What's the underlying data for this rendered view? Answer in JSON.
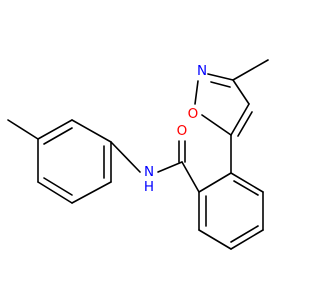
{
  "structure": {
    "atoms": [
      {
        "id": "O_carbonyl",
        "label": "O",
        "color": "#ff0000"
      },
      {
        "id": "N_ring",
        "label": "N",
        "color": "#0000ff"
      },
      {
        "id": "O_ring",
        "label": "O",
        "color": "#ff0000"
      },
      {
        "id": "NH_amide",
        "label": "N",
        "sublabel": "H",
        "color": "#0000ff"
      }
    ]
  }
}
